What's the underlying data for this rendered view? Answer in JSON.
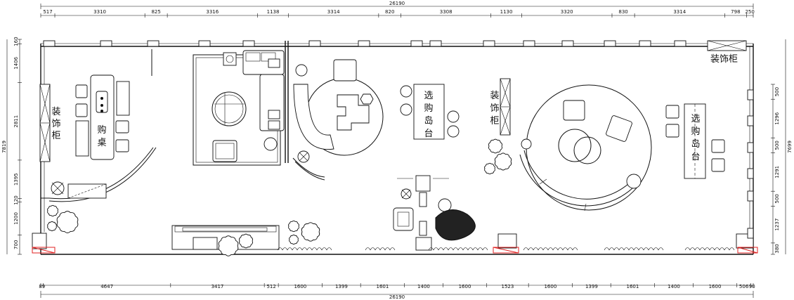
{
  "plan": {
    "top_total": "26190",
    "bottom_total": "26190",
    "top_segments": [
      "517",
      "3310",
      "825",
      "3316",
      "1138",
      "3314",
      "820",
      "3308",
      "1130",
      "3320",
      "830",
      "3314",
      "798",
      "250"
    ],
    "bottom_segments": [
      "89",
      "4647",
      "3417",
      "512",
      "1600",
      "1399",
      "1601",
      "1400",
      "1600",
      "1523",
      "1600",
      "1399",
      "1601",
      "1400",
      "1600",
      "506",
      "90"
    ],
    "left_total": "7819",
    "left_segments": [
      "160",
      "1406",
      "2811",
      "1395",
      "120",
      "1200",
      "700"
    ],
    "right_total": "7699",
    "right_segments": [
      "500",
      "1296",
      "500",
      "1291",
      "500",
      "1237",
      "380"
    ],
    "labels": {
      "cabinet_left": [
        "装",
        "饰",
        "柜"
      ],
      "shopping_table": [
        "购",
        "桌"
      ],
      "island_center": [
        "选",
        "购",
        "岛",
        "台"
      ],
      "cabinet_mid": [
        "装",
        "饰",
        "柜"
      ],
      "cabinet_top_right": "装饰柜",
      "island_right": [
        "选",
        "购",
        "岛",
        "台"
      ]
    }
  }
}
